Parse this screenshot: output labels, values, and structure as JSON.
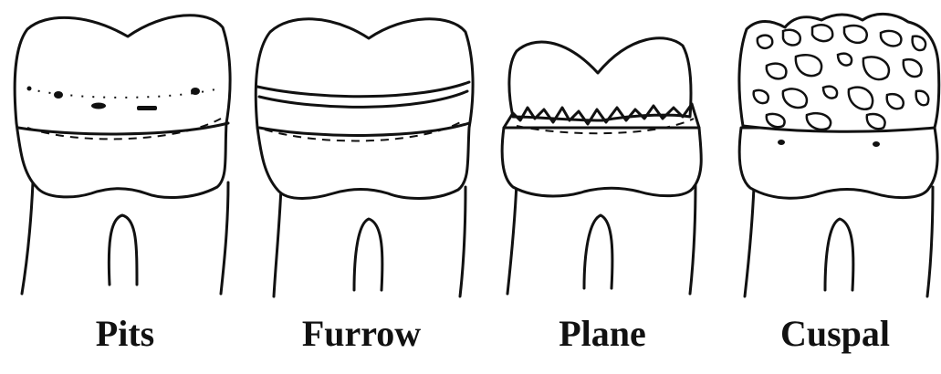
{
  "labels": {
    "pits": "Pits",
    "furrow": "Furrow",
    "plane": "Plane",
    "cuspal": "Cuspal"
  },
  "colors": {
    "line": "#111111",
    "background": "#ffffff"
  }
}
